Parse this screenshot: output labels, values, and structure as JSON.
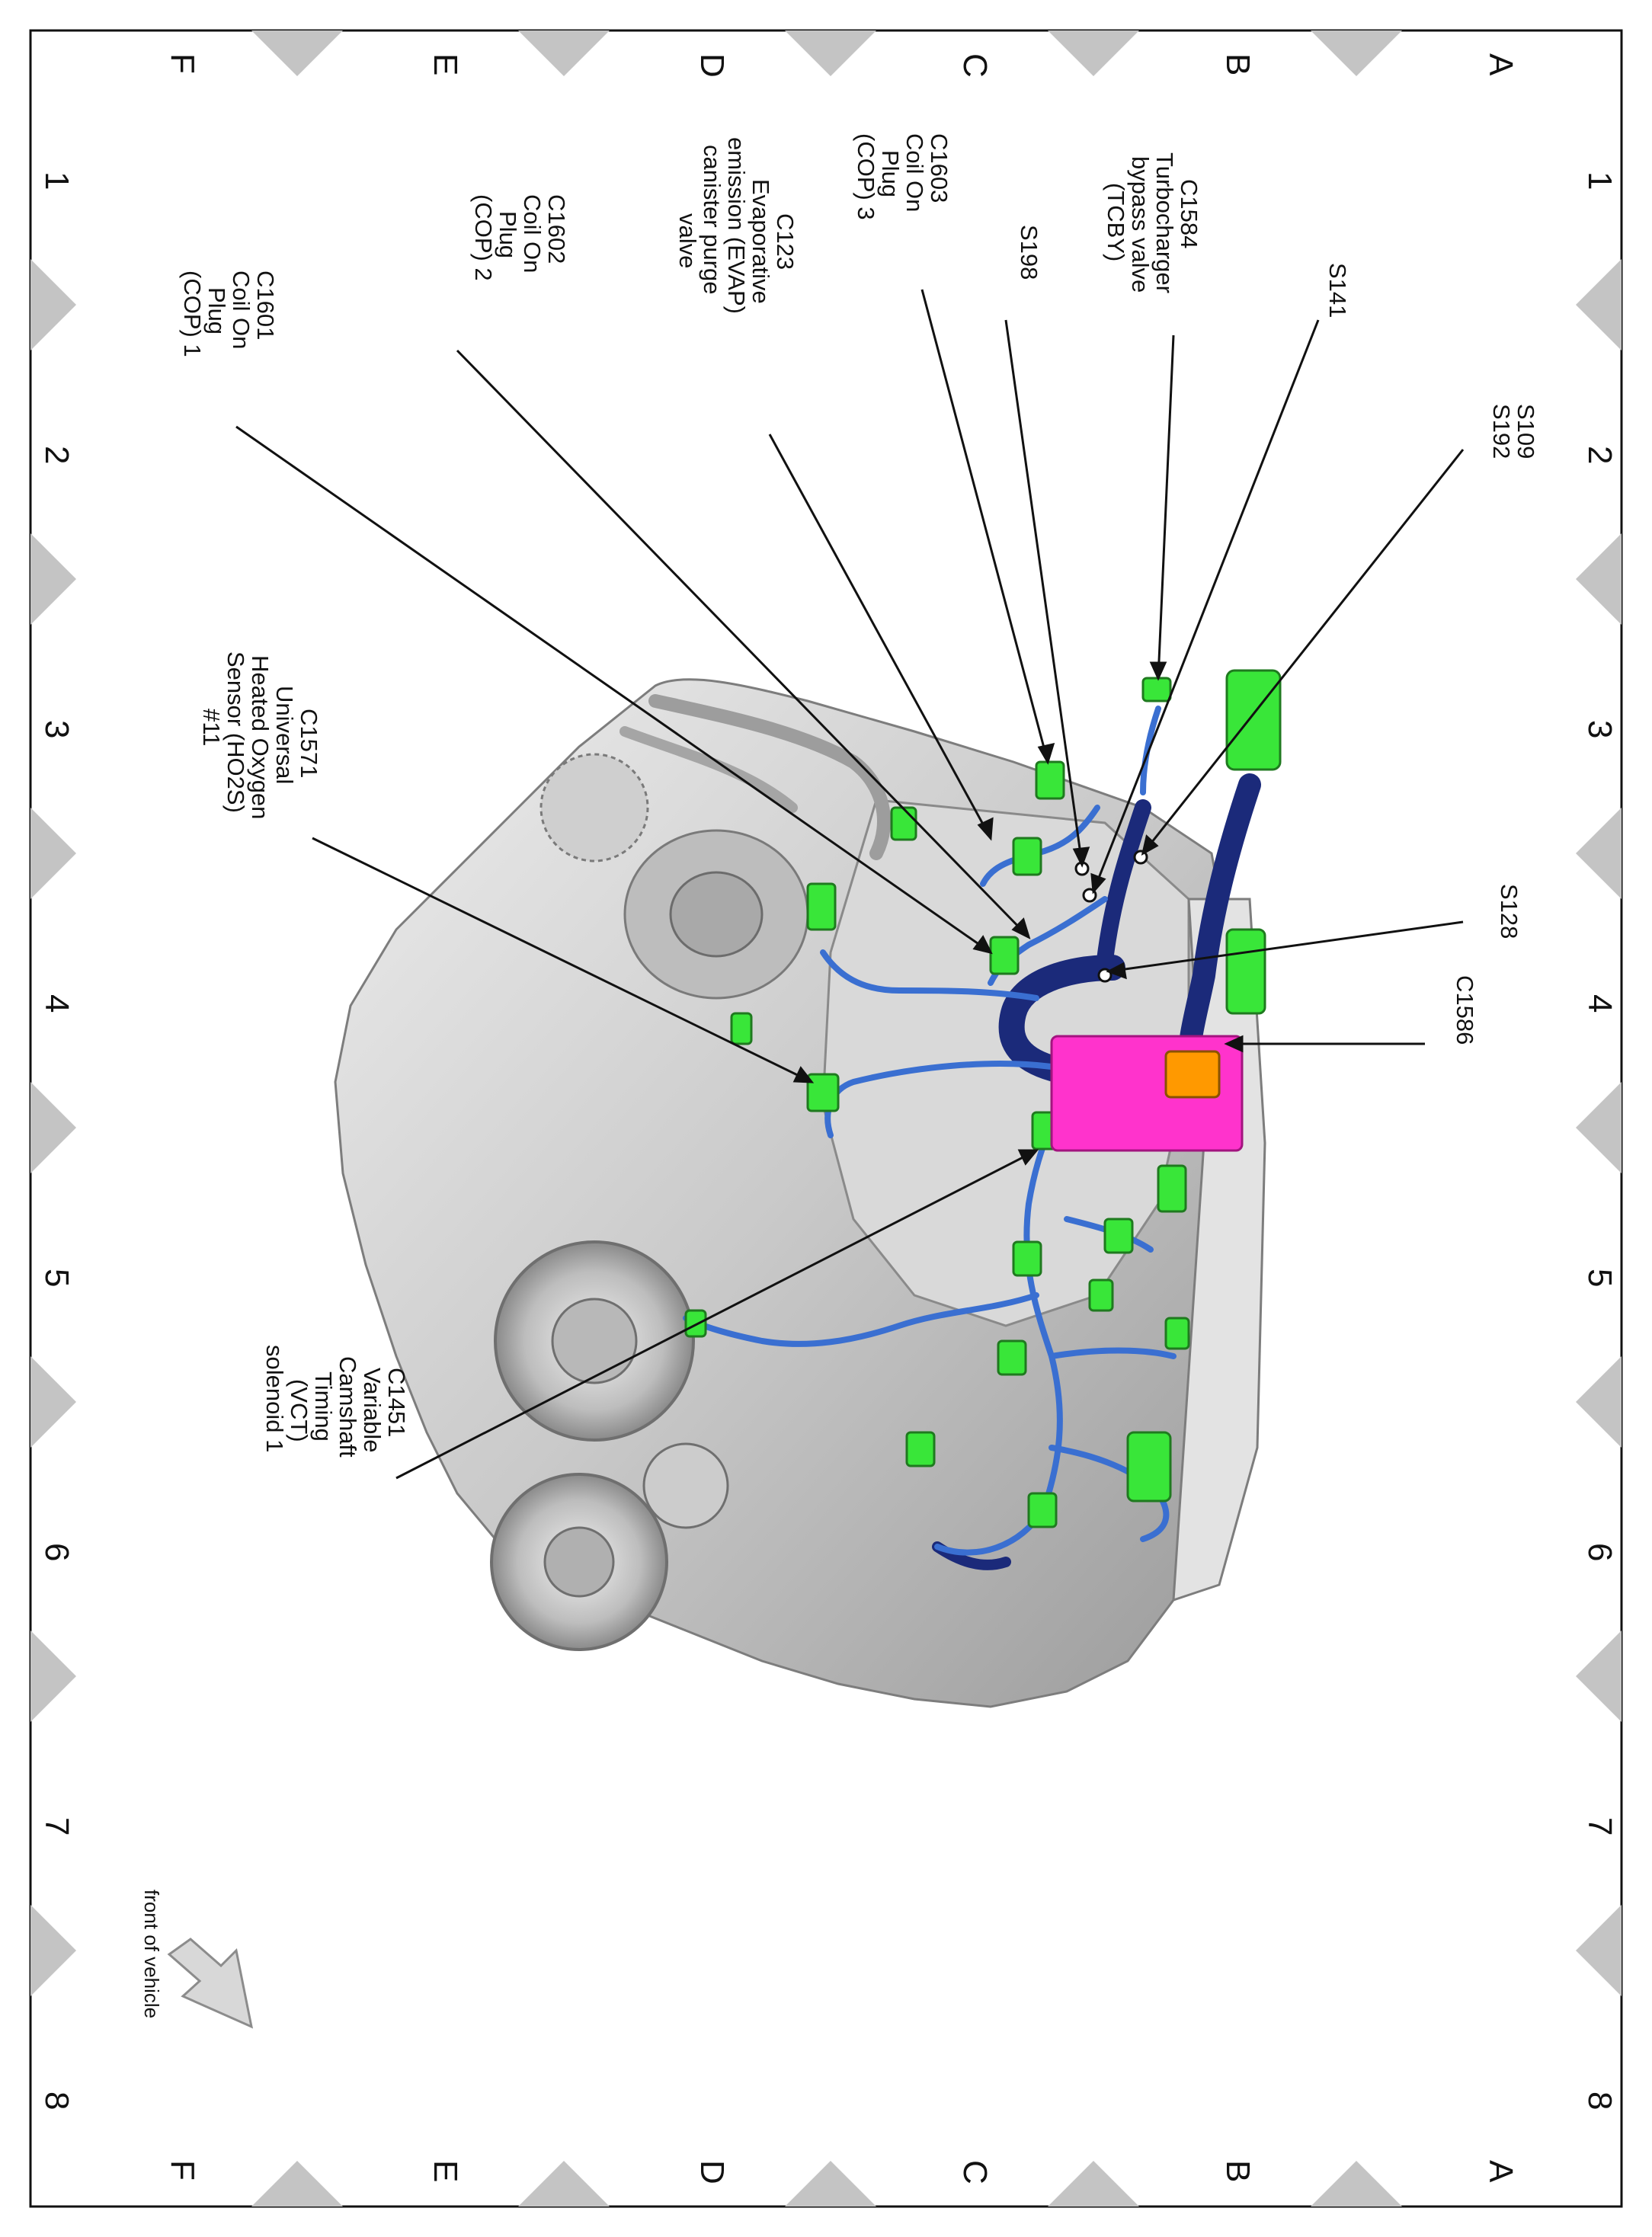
{
  "grid": {
    "rows": [
      "A",
      "B",
      "C",
      "D",
      "E",
      "F"
    ],
    "cols": [
      "1",
      "2",
      "3",
      "4",
      "5",
      "6",
      "7",
      "8"
    ]
  },
  "callouts": [
    {
      "id": "s109-s192",
      "lines": [
        "S109",
        "S192"
      ]
    },
    {
      "id": "s141",
      "lines": [
        "S141"
      ]
    },
    {
      "id": "c1584",
      "lines": [
        "C1584",
        "Turbocharger",
        "bypass valve",
        "(TCBY)"
      ]
    },
    {
      "id": "s198",
      "lines": [
        "S198"
      ]
    },
    {
      "id": "c1603",
      "lines": [
        "C1603",
        "Coil On",
        "Plug",
        "(COP) 3"
      ]
    },
    {
      "id": "c123",
      "lines": [
        "C123",
        "Evaporative",
        "emission (EVAP)",
        "canister purge",
        "valve"
      ]
    },
    {
      "id": "c1602",
      "lines": [
        "C1602",
        "Coil On",
        "Plug",
        "(COP) 2"
      ]
    },
    {
      "id": "c1601",
      "lines": [
        "C1601",
        "Coil On",
        "Plug",
        "(COP) 1"
      ]
    },
    {
      "id": "s128",
      "lines": [
        "S128"
      ]
    },
    {
      "id": "c1586",
      "lines": [
        "C1586"
      ]
    },
    {
      "id": "c1571",
      "lines": [
        "C1571",
        "Universal",
        "Heated Oxygen",
        "Sensor (HO2S)",
        "#11"
      ]
    },
    {
      "id": "c1451",
      "lines": [
        "C1451",
        "Variable",
        "Camshaft",
        "Timing",
        "(VCT)",
        "solenoid 1"
      ]
    }
  ],
  "orientation": {
    "label": "front of vehicle"
  },
  "colors": {
    "connector": "#39e639",
    "harness_main": "#1b2a7a",
    "harness_branch": "#3a6fd1",
    "highlight_connector": "#ff33cc",
    "engine_body": "#c8c8c8",
    "grid_marker": "#c4c4c4"
  }
}
